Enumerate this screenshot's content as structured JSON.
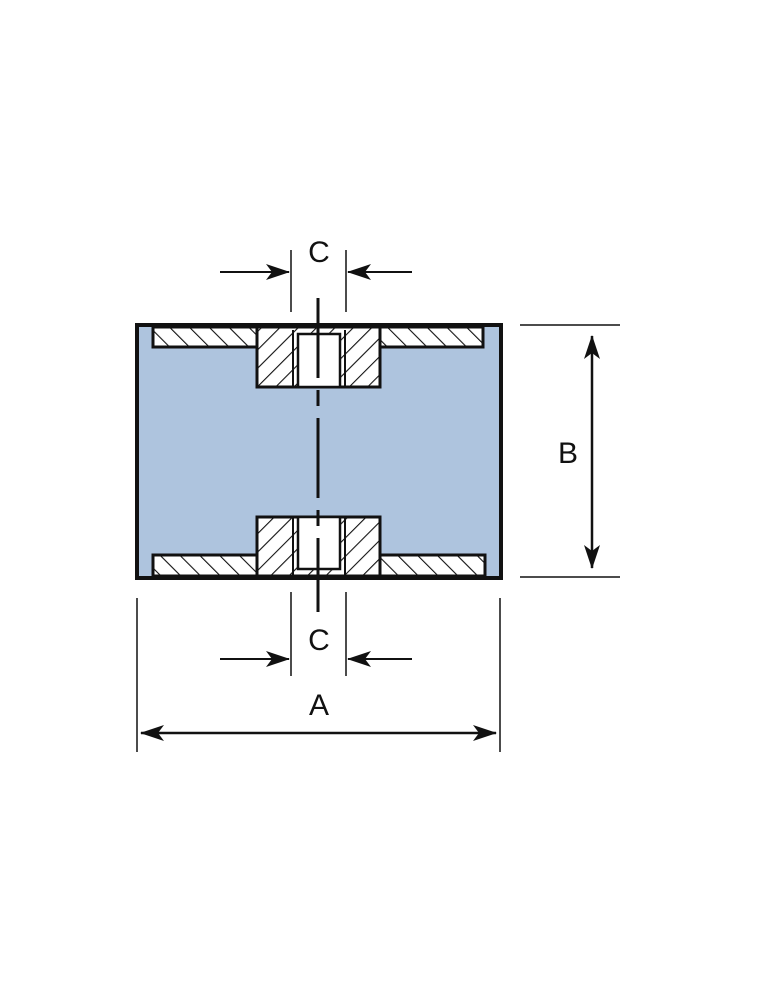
{
  "diagram": {
    "type": "technical drawing - cylindrical rubber mount with female threaded inserts",
    "labels": {
      "top_c": "C",
      "bottom_c": "C",
      "height": "B",
      "width": "A"
    },
    "colors": {
      "rubber_body": "#aec4de",
      "lines": "#111111",
      "insert": "#ffffff"
    }
  }
}
